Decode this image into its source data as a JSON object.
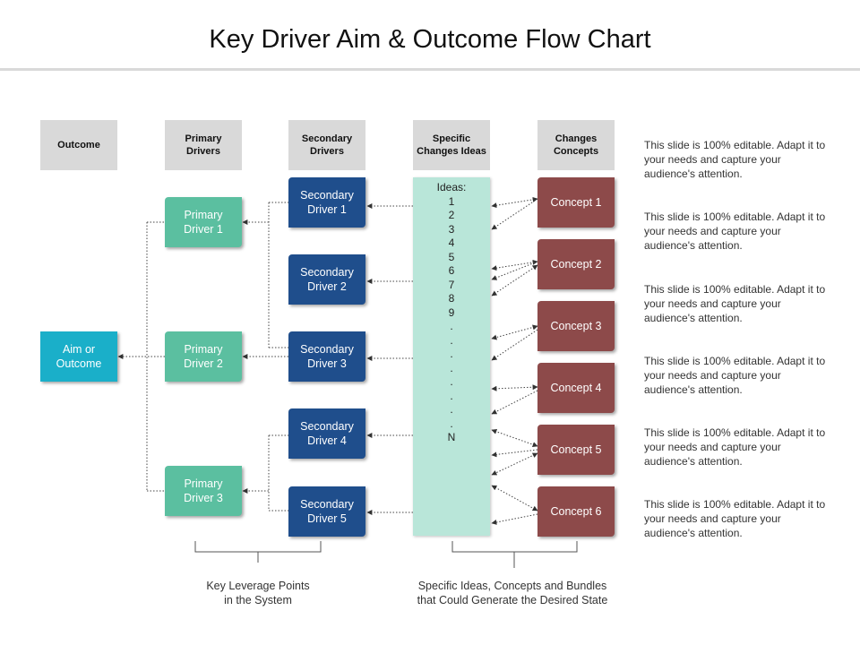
{
  "title": "Key Driver Aim & Outcome Flow Chart",
  "headers": {
    "outcome": "Outcome",
    "primary": "Primary\nDrivers",
    "secondary": "Secondary\nDrivers",
    "ideas": "Specific\nChanges Ideas",
    "concepts": "Changes\nConcepts"
  },
  "aim": "Aim or\nOutcome",
  "primary_drivers": [
    "Primary\nDriver 1",
    "Primary\nDriver 2",
    "Primary\nDriver 3"
  ],
  "secondary_drivers": [
    "Secondary\nDriver 1",
    "Secondary\nDriver 2",
    "Secondary\nDriver 3",
    "Secondary\nDriver 4",
    "Secondary\nDriver 5"
  ],
  "ideas": {
    "label": "Ideas:",
    "items": [
      "1",
      "2",
      "3",
      "4",
      "5",
      "6",
      "7",
      "8",
      "9",
      ".",
      ".",
      ".",
      ".",
      ".",
      ".",
      ".",
      ".",
      "N"
    ]
  },
  "concepts": [
    "Concept 1",
    "Concept 2",
    "Concept 3",
    "Concept 4",
    "Concept 5",
    "Concept 6"
  ],
  "notes": [
    "This slide is 100% editable. Adapt it to your needs and capture your audience's attention.",
    "This slide is 100% editable. Adapt it to your needs and capture your audience's attention.",
    "This slide is 100% editable. Adapt it to your needs and capture your audience's attention.",
    "This slide is 100% editable. Adapt it to your needs and capture your audience's attention.",
    "This slide is 100% editable. Adapt it to your needs and capture your audience's attention.",
    "This slide is 100% editable. Adapt it to your needs and capture your audience's attention."
  ],
  "captions": {
    "left": "Key Leverage Points\nin the System",
    "right": "Specific Ideas, Concepts and Bundles\nthat Could Generate the Desired State"
  },
  "colors": {
    "aim": "#1aafc9",
    "primary": "#5bbfa0",
    "secondary": "#1f4e8c",
    "ideas": "#b9e6d9",
    "concept": "#8d4a4a",
    "header": "#d9d9d9"
  }
}
